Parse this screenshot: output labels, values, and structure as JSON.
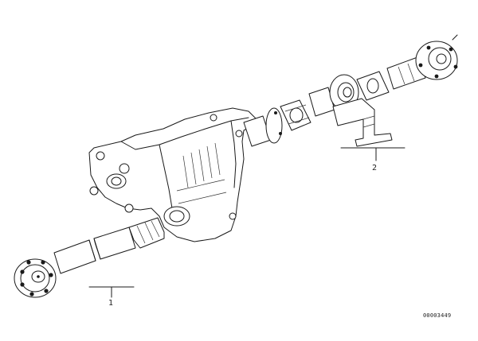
{
  "diagram": {
    "callouts": [
      {
        "label": "1"
      },
      {
        "label": "2"
      }
    ],
    "diagram_id": "00003449"
  }
}
